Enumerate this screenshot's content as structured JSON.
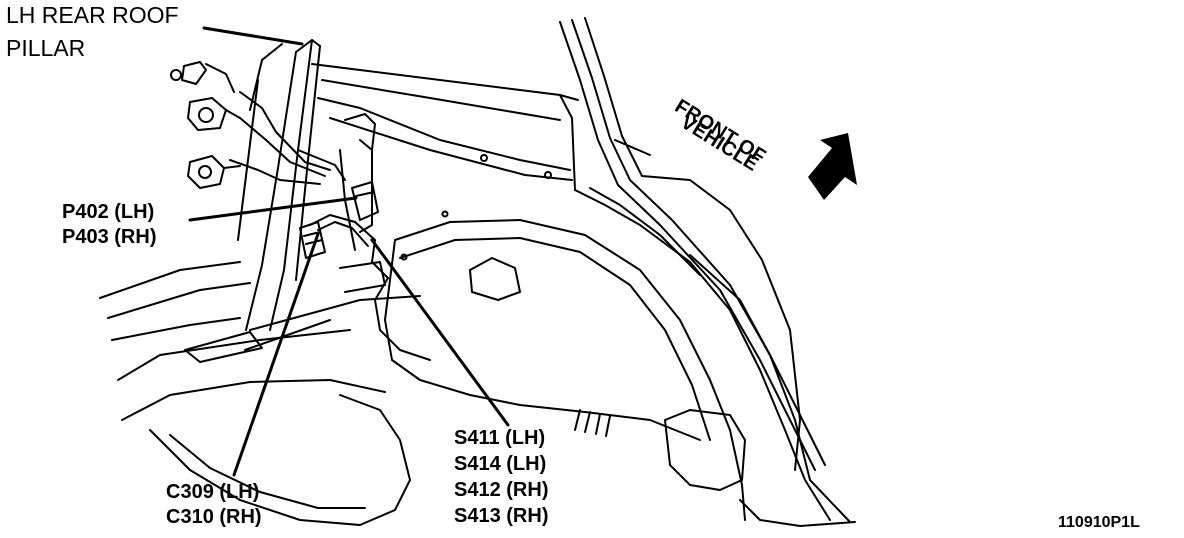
{
  "labels": {
    "rear_roof_pillar": [
      "LH REAR ROOF",
      "PILLAR"
    ],
    "pigtail": [
      "P402 (LH)",
      "P403 (RH)"
    ],
    "connector": [
      "C309 (LH)",
      "C310 (RH)"
    ],
    "splices": [
      "S411 (LH)",
      "S414 (LH)",
      "S412 (RH)",
      "S413 (RH)"
    ],
    "front_of_vehicle": [
      "FRONT OF",
      "VEHICLE"
    ],
    "figure_number": "110910P1L"
  }
}
